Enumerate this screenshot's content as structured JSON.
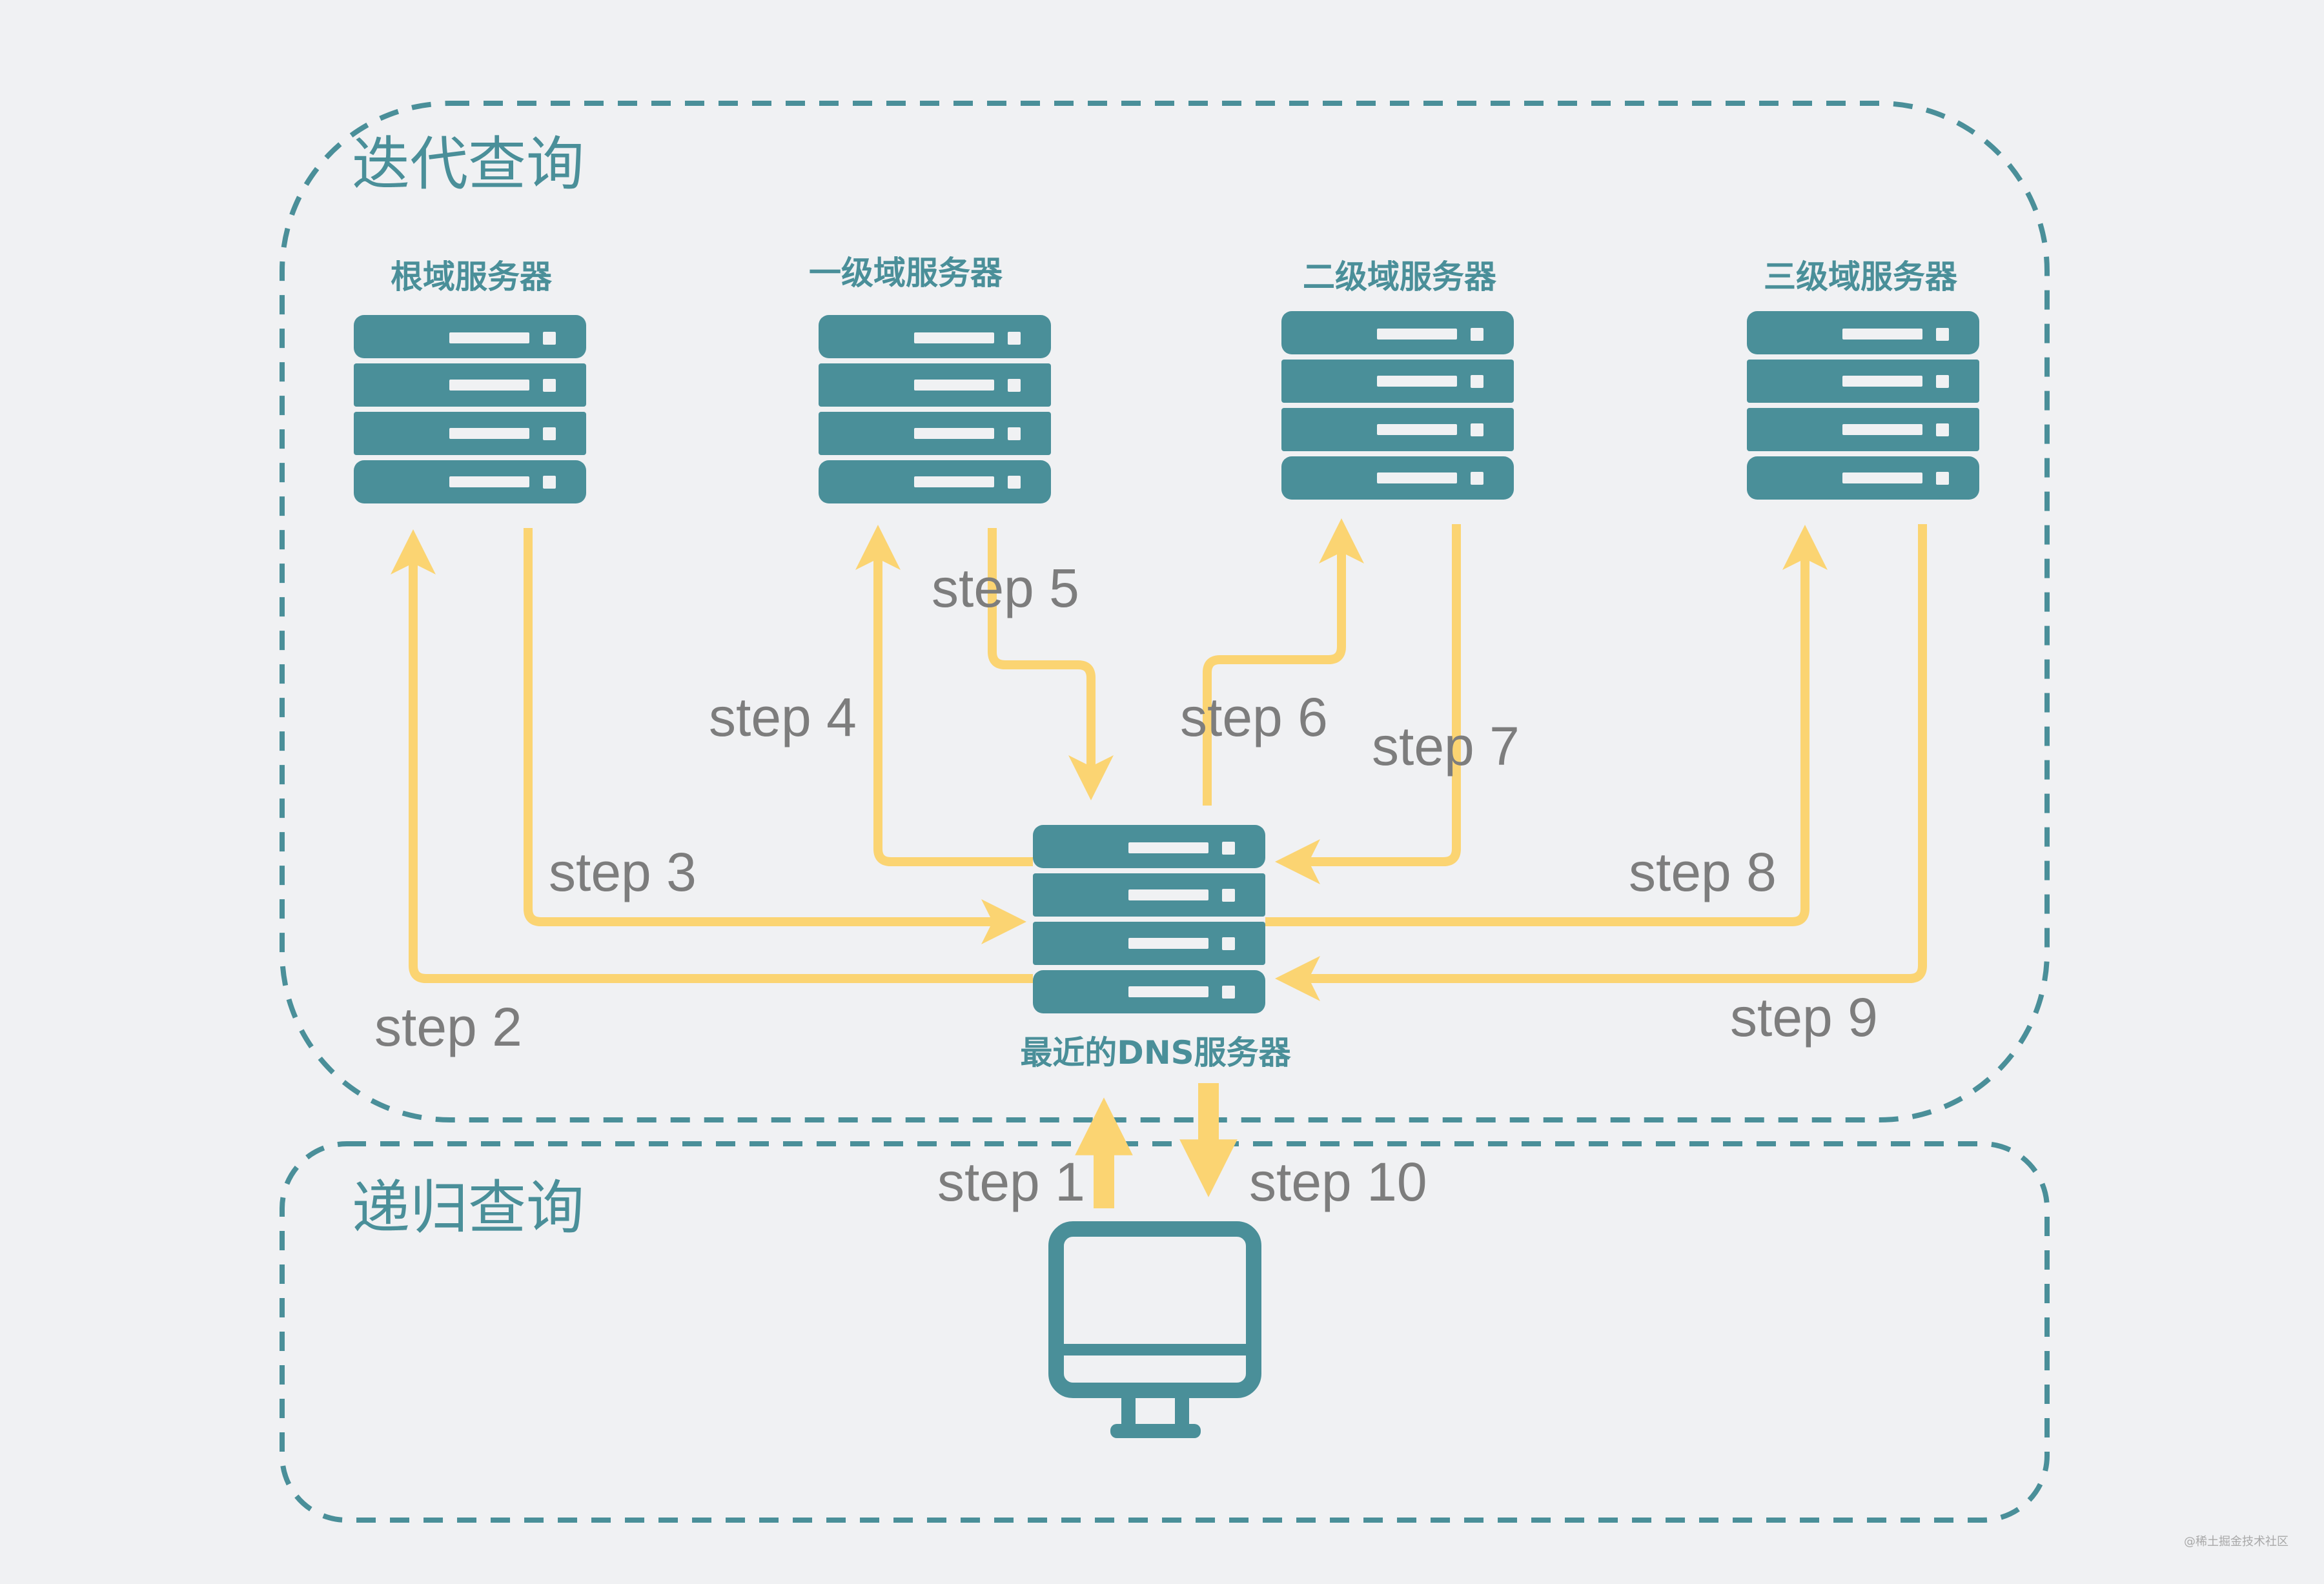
{
  "regions": {
    "iterative": "迭代查询",
    "recursive": "递归查询"
  },
  "servers": {
    "root": "根域服务器",
    "tld": "一级域服务器",
    "second": "二级域服务器",
    "third": "三级域服务器",
    "local": "最近的DNS服务器"
  },
  "steps": {
    "s1": "step 1",
    "s2": "step 2",
    "s3": "step 3",
    "s4": "step 4",
    "s5": "step 5",
    "s6": "step 6",
    "s7": "step 7",
    "s8": "step 8",
    "s9": "step 9",
    "s10": "step 10"
  },
  "watermark": "@稀土掘金技术社区",
  "icons": {
    "server": "server-rack-icon",
    "client": "desktop-monitor-icon"
  },
  "colors": {
    "teal": "#4a8f99",
    "arrow": "#fbd472",
    "step_text": "#7d7d7d",
    "background": "#f0f1f3"
  }
}
